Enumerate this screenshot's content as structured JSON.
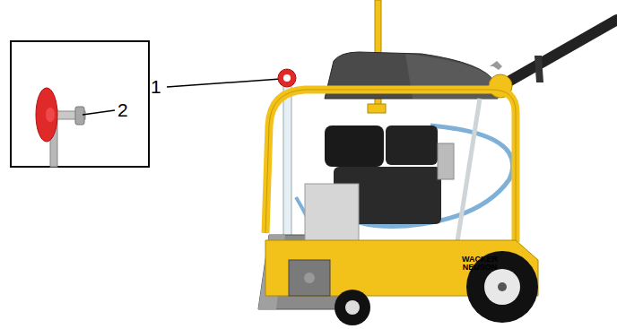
{
  "diagram": {
    "labels": [
      "1",
      "2",
      "WACKER NEUSON"
    ]
  }
}
